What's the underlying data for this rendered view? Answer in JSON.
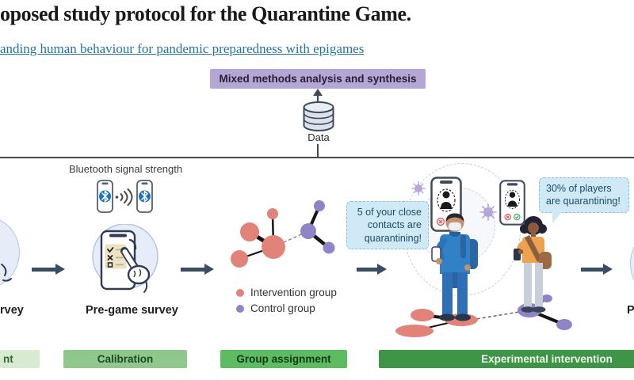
{
  "header": {
    "title": "oposed study protocol for the Quarantine Game.",
    "link_text": "anding human behaviour for pandemic preparedness with epigames"
  },
  "analysis": {
    "box_label": "Mixed methods analysis and synthesis",
    "database_label": "Data"
  },
  "flow": {
    "bluetooth_label": "Bluetooth signal strength",
    "left_partial_label": "rvey",
    "pregame_label": "Pre-game survey",
    "right_partial_label": "P"
  },
  "legend": {
    "items": [
      {
        "label": "Intervention group",
        "color": "#e2837a"
      },
      {
        "label": "Control group",
        "color": "#8f84c6"
      }
    ]
  },
  "intervention": {
    "bubble_close_contacts": "5 of your close contacts are quarantining!",
    "bubble_players": "30% of players are quarantining!"
  },
  "stages": [
    {
      "label": "nt",
      "color": "#d8ebd1"
    },
    {
      "label": "Calibration",
      "color": "#8fc78c"
    },
    {
      "label": "Group assignment",
      "color": "#5dbc62"
    },
    {
      "label": "Experimental intervention",
      "color": "#3e9447"
    }
  ],
  "icons": {
    "database": "database-cylinder",
    "bluetooth": "bluetooth-phone",
    "signal": "signal-waves",
    "virus": "virus-particle",
    "quarantine_phone": "quarantine-choice-phone"
  },
  "colors": {
    "accent_purple_box": "#b4a6d5",
    "link_blue": "#23759e",
    "arrow_slate": "#3a4d63",
    "bubble_blue": "#cfe9f7",
    "illustration_blue": "#e6ecf8"
  }
}
